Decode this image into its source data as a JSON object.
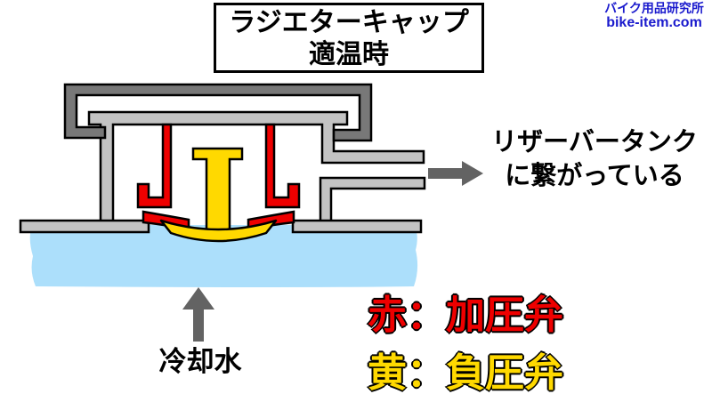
{
  "header": {
    "title_line1": "ラジエターキャップ",
    "title_line2": "適温時"
  },
  "watermark": {
    "site_name": "バイク用品研究所",
    "site_url": "bike-item.com"
  },
  "labels": {
    "reservoir_line1": "リザーバータンク",
    "reservoir_line2": "に繋がっている",
    "coolant": "冷却水"
  },
  "legend": {
    "red_label": "赤：加圧弁",
    "yellow_label": "黄：負圧弁"
  },
  "colors": {
    "pressure_valve_red": "#ee0000",
    "vacuum_valve_yellow": "#ffd900",
    "coolant_water_blue": "#acdffb",
    "cap_shell_dark_gray": "#787878",
    "filler_neck_light_gray": "#c3c3c3",
    "arrow_gray": "#636363",
    "watermark_blue": "#1a1acd",
    "outline_black": "#000000"
  }
}
